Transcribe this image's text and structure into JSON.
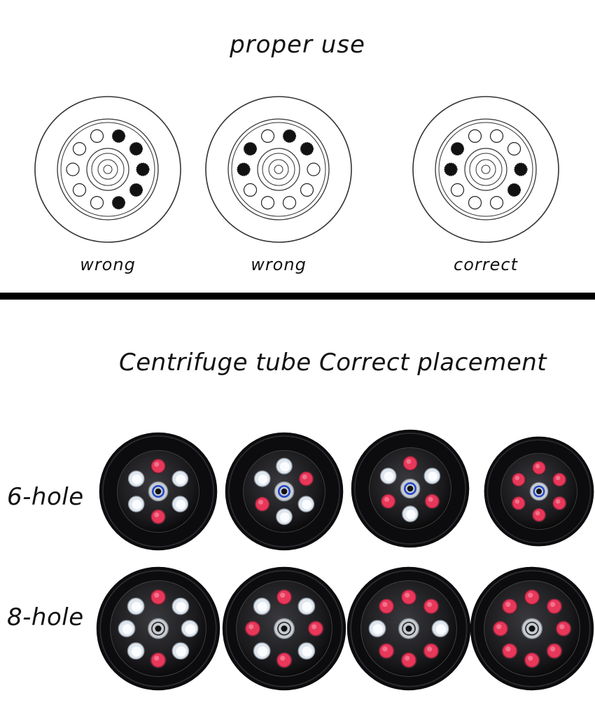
{
  "header": {
    "title": "proper use"
  },
  "diagrams": [
    {
      "caption": "wrong",
      "filled": [
        0,
        1,
        2,
        3,
        4
      ]
    },
    {
      "caption": "wrong",
      "filled": [
        0,
        1,
        7,
        8
      ]
    },
    {
      "caption": "correct",
      "filled": [
        2,
        3,
        7,
        8
      ]
    }
  ],
  "section": {
    "subtitle": "Centrifuge tube Correct placement"
  },
  "rows": [
    {
      "label": "6-hole",
      "holes": 6,
      "rotors": [
        {
          "tubes": [
            0,
            3
          ]
        },
        {
          "tubes": [
            1,
            4
          ]
        },
        {
          "tubes": [
            0,
            2,
            4
          ]
        },
        {
          "tubes": [
            0,
            1,
            2,
            3,
            4,
            5
          ]
        }
      ]
    },
    {
      "label": "8-hole",
      "holes": 8,
      "rotors": [
        {
          "tubes": [
            0,
            4
          ]
        },
        {
          "tubes": [
            0,
            2,
            4,
            6
          ]
        },
        {
          "tubes": [
            0,
            1,
            3,
            4,
            5,
            7
          ]
        },
        {
          "tubes": [
            0,
            1,
            2,
            3,
            4,
            5,
            6,
            7
          ]
        }
      ]
    }
  ],
  "colors": {
    "tube_red": "#e8385a",
    "tube_pink": "#f27c97",
    "hole_empty": "#dfe6ee",
    "rotor_body": "#1a1a1d",
    "hub_blue": "#2346c8"
  }
}
